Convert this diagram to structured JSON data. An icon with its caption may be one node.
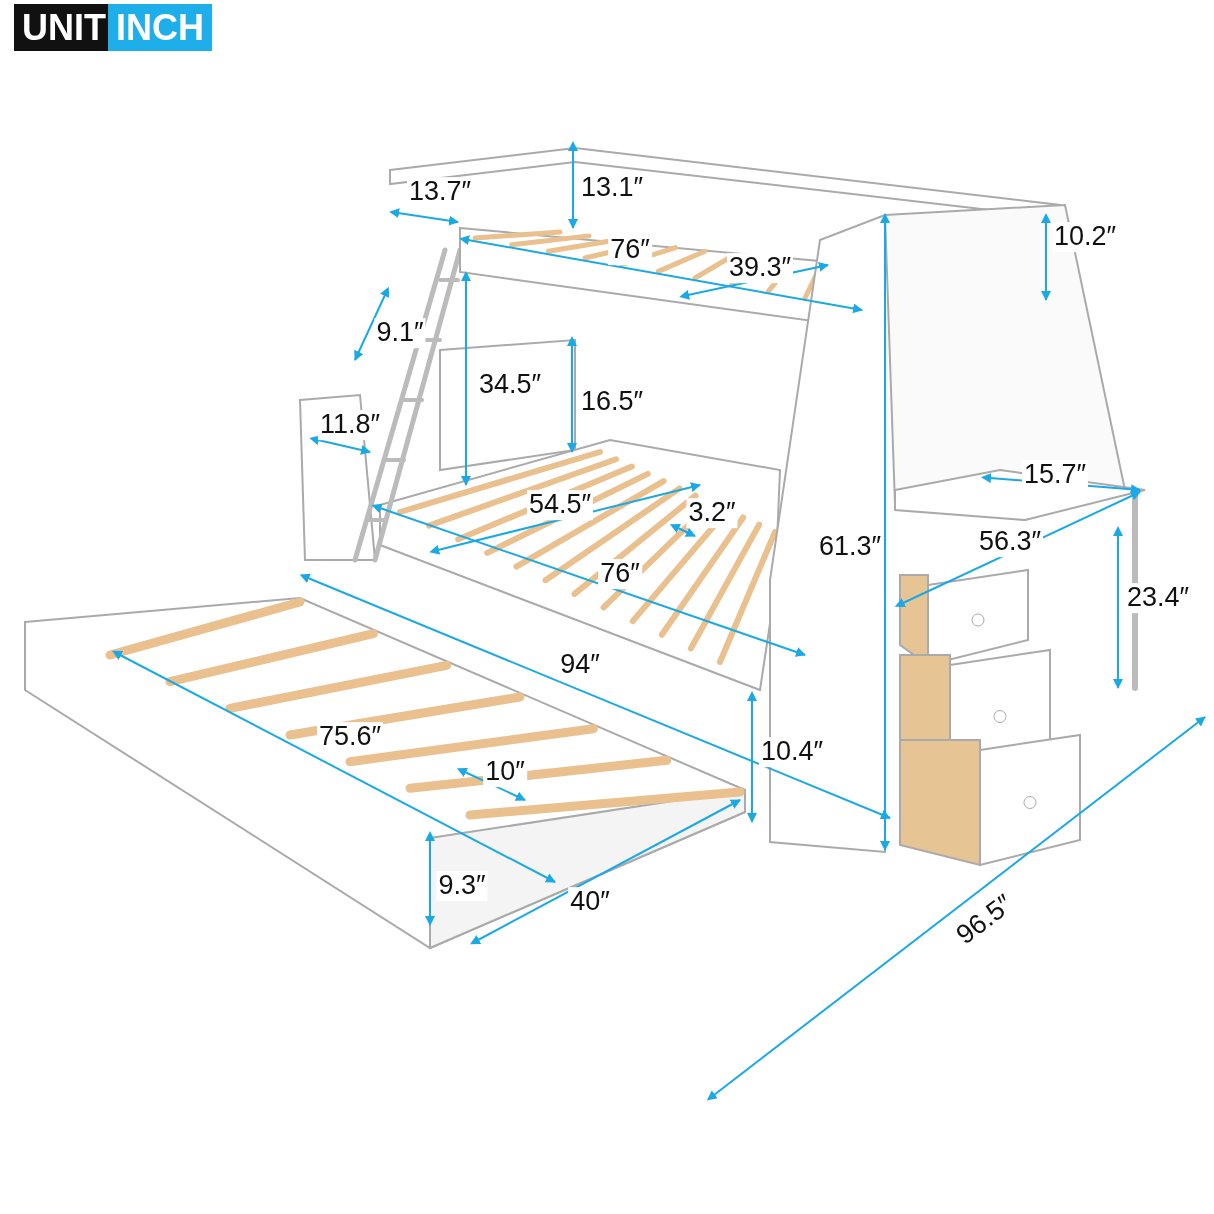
{
  "diagram": {
    "labels": [
      "UNIT",
      "INCH",
      "13.7″",
      "13.1″",
      "76″",
      "39.3″",
      "10.2″",
      "9.1″",
      "34.5″",
      "16.5″",
      "11.8″",
      "54.5″",
      "3.2″",
      "15.7″",
      "61.3″",
      "56.3″",
      "76″",
      "23.4″",
      "94″",
      "10.4″",
      "75.6″",
      "10″",
      "9.3″",
      "40″",
      "96.5″"
    ]
  }
}
